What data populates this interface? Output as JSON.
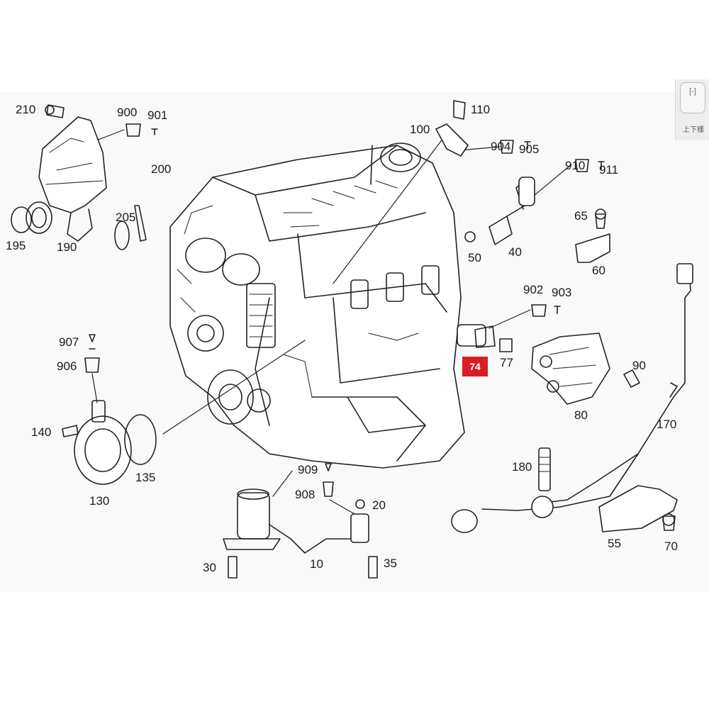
{
  "labels": {
    "l210": "210",
    "l900": "900",
    "l901": "901",
    "l200": "200",
    "l205": "205",
    "l195": "195",
    "l190": "190",
    "l110": "110",
    "l100": "100",
    "l904": "904",
    "l905": "905",
    "l910": "910",
    "l911": "911",
    "l65": "65",
    "l50": "50",
    "l40": "40",
    "l60": "60",
    "l902": "902",
    "l903": "903",
    "l74": "74",
    "l77": "77",
    "l90": "90",
    "l80": "80",
    "l170": "170",
    "l907": "907",
    "l906": "906",
    "l140": "140",
    "l135": "135",
    "l130": "130",
    "l180": "180",
    "l909": "909",
    "l908": "908",
    "l20": "20",
    "l55": "55",
    "l70": "70",
    "l30": "30",
    "l10": "10",
    "l35": "35"
  },
  "highlight": {
    "color": "#d81e23"
  },
  "side_widget": {
    "button_text": "[-]",
    "caption": "上下樣"
  }
}
